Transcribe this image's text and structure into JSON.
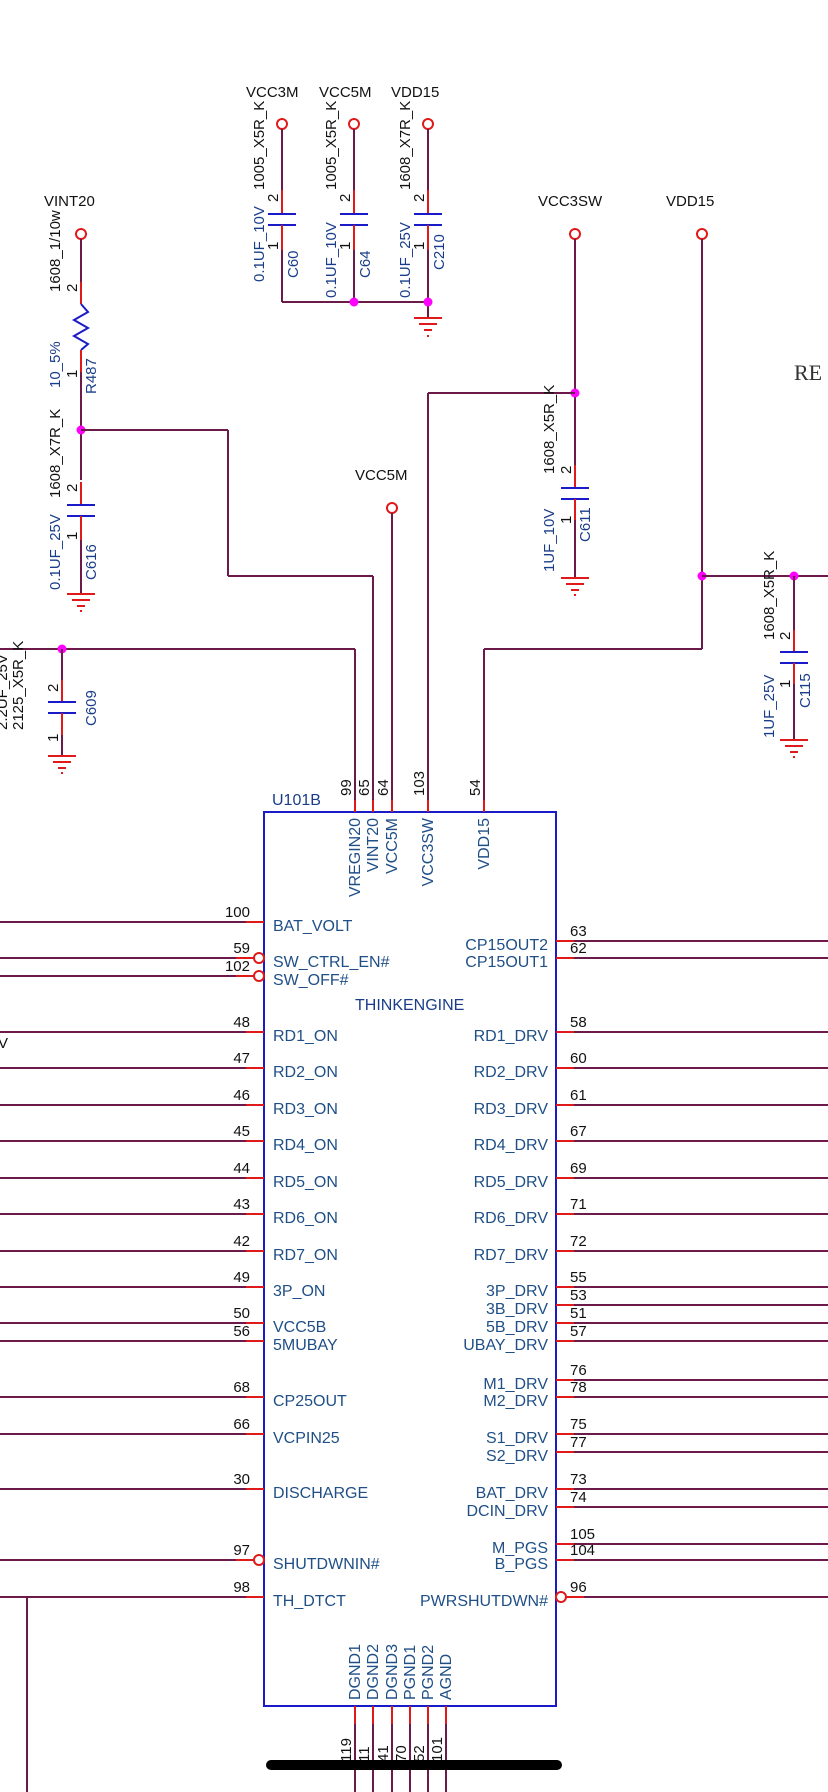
{
  "schematic": {
    "ic": {
      "ref": "U101B",
      "name": "THINKENGINE",
      "top_pins": [
        {
          "name": "VREGIN20",
          "num": "99"
        },
        {
          "name": "VINT20",
          "num": "65"
        },
        {
          "name": "VCC5M",
          "num": "64"
        },
        {
          "name": "VCC3SW",
          "num": "103"
        },
        {
          "name": "VDD15",
          "num": "54"
        }
      ],
      "left_pins": [
        {
          "name": "BAT_VOLT",
          "num": "100",
          "inverted": false
        },
        {
          "name": "SW_CTRL_EN#",
          "num": "59",
          "inverted": true
        },
        {
          "name": "SW_OFF#",
          "num": "102",
          "inverted": true
        },
        {
          "name": "RD1_ON",
          "num": "48",
          "inverted": false
        },
        {
          "name": "RD2_ON",
          "num": "47",
          "inverted": false
        },
        {
          "name": "RD3_ON",
          "num": "46",
          "inverted": false
        },
        {
          "name": "RD4_ON",
          "num": "45",
          "inverted": false
        },
        {
          "name": "RD5_ON",
          "num": "44",
          "inverted": false
        },
        {
          "name": "RD6_ON",
          "num": "43",
          "inverted": false
        },
        {
          "name": "RD7_ON",
          "num": "42",
          "inverted": false
        },
        {
          "name": "3P_ON",
          "num": "49",
          "inverted": false
        },
        {
          "name": "VCC5B",
          "num": "50",
          "inverted": false
        },
        {
          "name": "5MUBAY",
          "num": "56",
          "inverted": false
        },
        {
          "name": "CP25OUT",
          "num": "68",
          "inverted": false
        },
        {
          "name": "VCPIN25",
          "num": "66",
          "inverted": false
        },
        {
          "name": "DISCHARGE",
          "num": "30",
          "inverted": false
        },
        {
          "name": "SHUTDWNIN#",
          "num": "97",
          "inverted": true
        },
        {
          "name": "TH_DTCT",
          "num": "98",
          "inverted": false
        }
      ],
      "right_pins": [
        {
          "name": "CP15OUT2",
          "num": "63",
          "inverted": false
        },
        {
          "name": "CP15OUT1",
          "num": "62",
          "inverted": false
        },
        {
          "name": "RD1_DRV",
          "num": "58",
          "inverted": false
        },
        {
          "name": "RD2_DRV",
          "num": "60",
          "inverted": false
        },
        {
          "name": "RD3_DRV",
          "num": "61",
          "inverted": false
        },
        {
          "name": "RD4_DRV",
          "num": "67",
          "inverted": false
        },
        {
          "name": "RD5_DRV",
          "num": "69",
          "inverted": false
        },
        {
          "name": "RD6_DRV",
          "num": "71",
          "inverted": false
        },
        {
          "name": "RD7_DRV",
          "num": "72",
          "inverted": false
        },
        {
          "name": "3P_DRV",
          "num": "55",
          "inverted": false
        },
        {
          "name": "3B_DRV",
          "num": "53",
          "inverted": false
        },
        {
          "name": "5B_DRV",
          "num": "51",
          "inverted": false
        },
        {
          "name": "UBAY_DRV",
          "num": "57",
          "inverted": false
        },
        {
          "name": "M1_DRV",
          "num": "76",
          "inverted": false
        },
        {
          "name": "M2_DRV",
          "num": "78",
          "inverted": false
        },
        {
          "name": "S1_DRV",
          "num": "75",
          "inverted": false
        },
        {
          "name": "S2_DRV",
          "num": "77",
          "inverted": false
        },
        {
          "name": "BAT_DRV",
          "num": "73",
          "inverted": false
        },
        {
          "name": "DCIN_DRV",
          "num": "74",
          "inverted": false
        },
        {
          "name": "M_PGS",
          "num": "105",
          "inverted": false
        },
        {
          "name": "B_PGS",
          "num": "104",
          "inverted": false
        },
        {
          "name": "PWRSHUTDWN#",
          "num": "96",
          "inverted": true
        }
      ],
      "bottom_pins": [
        {
          "name": "DGND1",
          "num": "119"
        },
        {
          "name": "DGND2",
          "num": "11"
        },
        {
          "name": "DGND3",
          "num": "41"
        },
        {
          "name": "PGND1",
          "num": "70"
        },
        {
          "name": "PGND2",
          "num": "52"
        },
        {
          "name": "AGND",
          "num": "101"
        }
      ]
    },
    "power_labels": {
      "vcc3m": "VCC3M",
      "vcc5m_top": "VCC5M",
      "vdd15_top": "VDD15",
      "vint20": "VINT20",
      "vcc3sw": "VCC3SW",
      "vdd15_right": "VDD15",
      "vcc5m_mid": "VCC5M"
    },
    "components": {
      "c60": {
        "ref": "C60",
        "value": "0.1UF_10V",
        "pkg": "1005_X5R_K",
        "pin_top": "2",
        "pin_bottom": "1"
      },
      "c64": {
        "ref": "C64",
        "value": "0.1UF_10V",
        "pkg": "1005_X5R_K",
        "pin_top": "2",
        "pin_bottom": "1"
      },
      "c210": {
        "ref": "C210",
        "value": "0.1UF_25V",
        "pkg": "1608_X7R_K",
        "pin_top": "2",
        "pin_bottom": "1"
      },
      "r487": {
        "ref": "R487",
        "value": "10_5%",
        "pkg": "1608_1/10w",
        "pin_top": "2",
        "pin_bottom": "1"
      },
      "c616": {
        "ref": "C616",
        "value": "0.1UF_25V",
        "pkg": "1608_X7R_K",
        "pin_top": "2",
        "pin_bottom": "1"
      },
      "c609": {
        "ref": "C609",
        "value_partial": "2.2UF_25V",
        "pkg_partial": "2125_X5R_K",
        "pin_top": "2",
        "pin_bottom": "1"
      },
      "c611": {
        "ref": "C611",
        "value": "1UF_10V",
        "pkg": "1608_X5R_K",
        "pin_top": "2",
        "pin_bottom": "1"
      },
      "c115": {
        "ref": "C115",
        "value": "1UF_25V",
        "pkg": "1608_X5R_K",
        "pin_top": "2",
        "pin_bottom": "1"
      }
    },
    "offpage_text": "RE",
    "left_clipped_text": "V"
  }
}
